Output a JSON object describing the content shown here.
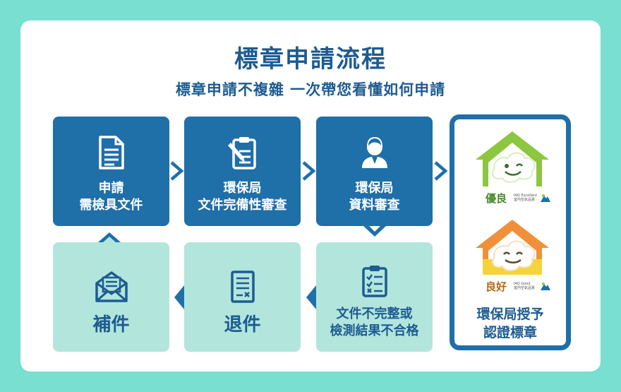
{
  "header": {
    "title": "標章申請流程",
    "subtitle": "標章申請不複雜 一次帶您看懂如何申請"
  },
  "steps": [
    {
      "lines": [
        "申請",
        "需檢具文件"
      ],
      "icon": "document-icon"
    },
    {
      "lines": [
        "環保局",
        "文件完備性審查"
      ],
      "icon": "clipboard-pen-icon"
    },
    {
      "lines": [
        "環保局",
        "資料審查"
      ],
      "icon": "officer-icon"
    },
    {
      "lines": [
        "文件不完整或",
        "檢測結果不合格"
      ],
      "icon": "checklist-icon"
    },
    {
      "lines": [
        "退件"
      ],
      "icon": "rejected-document-icon"
    },
    {
      "lines": [
        "補件"
      ],
      "icon": "envelope-icon"
    }
  ],
  "result": {
    "caption_lines": [
      "環保局授予",
      "認證標章"
    ],
    "badges": [
      {
        "main": "優良",
        "small_lines": [
          "IAQ Excellent",
          "室內空氣品質"
        ],
        "roof_color": "#8dc63f",
        "face_color": "#8dc63f"
      },
      {
        "main": "良好",
        "small_lines": [
          "IAQ Good",
          "室內空氣品質"
        ],
        "roof_color": "#f0913a",
        "face_color": "#f5d33a"
      }
    ]
  },
  "colors": {
    "background": "#79dfd0",
    "dark_box": "#1f6fa8",
    "light_box": "#b2e6dc",
    "text": "#1d5b91"
  }
}
